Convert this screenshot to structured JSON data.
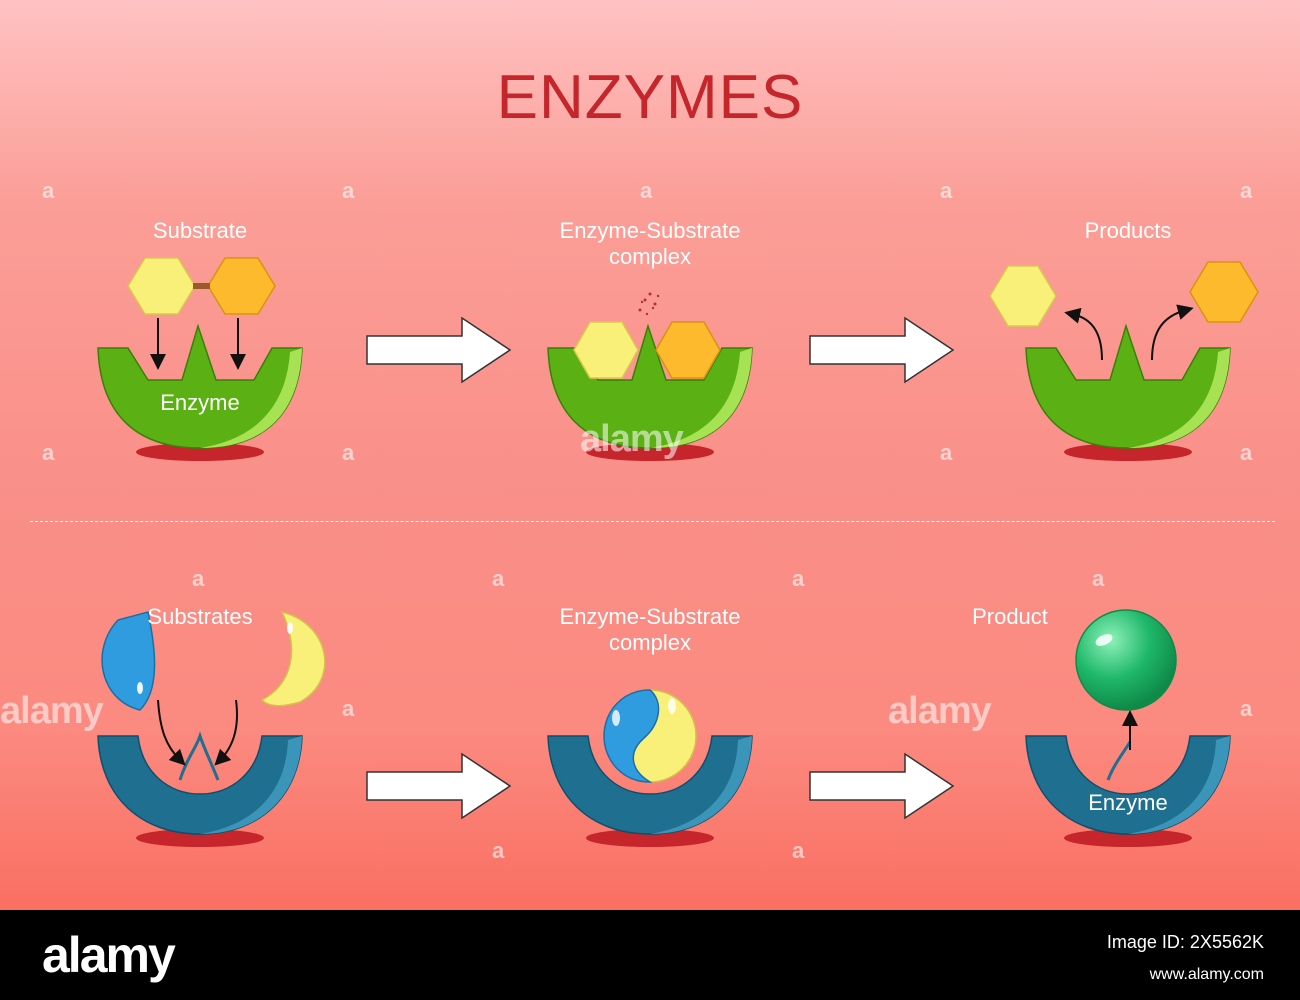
{
  "title": "ENZYMES",
  "top_row": {
    "substrate_label": "Substrate",
    "enzyme_label": "Enzyme",
    "complex_label": "Enzyme-Substrate\ncomplex",
    "products_label": "Products"
  },
  "bottom_row": {
    "substrates_label": "Substrates",
    "complex_label": "Enzyme-Substrate\ncomplex",
    "product_label": "Product",
    "enzyme_label": "Enzyme"
  },
  "watermark": {
    "text": "alamy",
    "letter": "a"
  },
  "footer": {
    "brand": "alamy",
    "image_id": "Image ID: 2X5562K",
    "url": "www.alamy.com"
  },
  "colors": {
    "green_enzyme": "#5bb014",
    "blue_enzyme": "#1f6f91",
    "hex_yellow": "#f9f07a",
    "hex_orange": "#fcba2c",
    "shadow": "#c6262b",
    "title": "#c4262b",
    "product_sphere": "#1fb86a"
  }
}
